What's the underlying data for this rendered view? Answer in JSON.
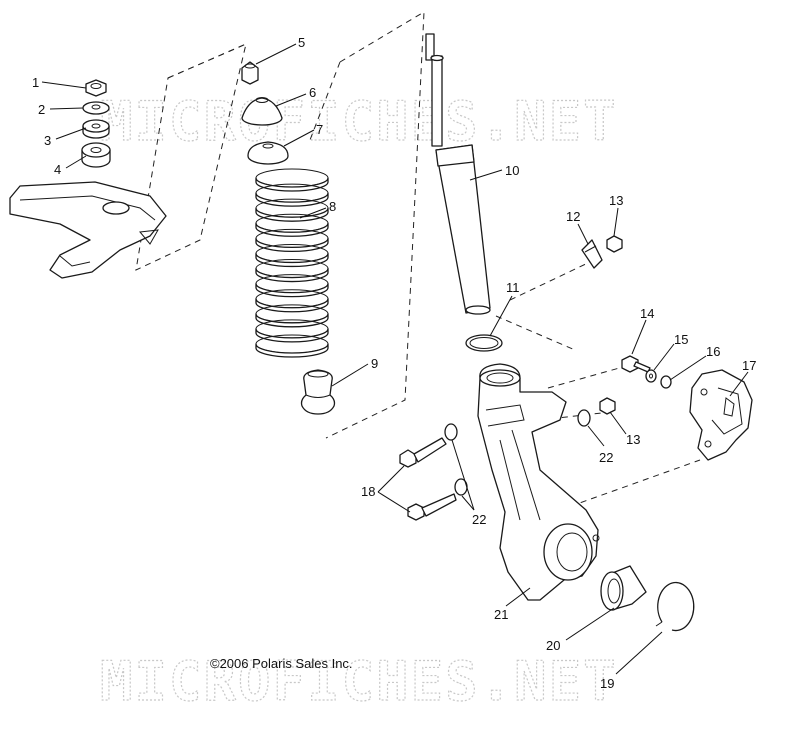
{
  "watermark": "MICROFICHES.NET",
  "copyright": "©2006 Polaris Sales Inc.",
  "callouts": [
    "1",
    "2",
    "3",
    "4",
    "5",
    "6",
    "7",
    "8",
    "9",
    "10",
    "11",
    "12",
    "13",
    "13",
    "14",
    "15",
    "16",
    "17",
    "18",
    "19",
    "20",
    "21",
    "22",
    "22"
  ]
}
